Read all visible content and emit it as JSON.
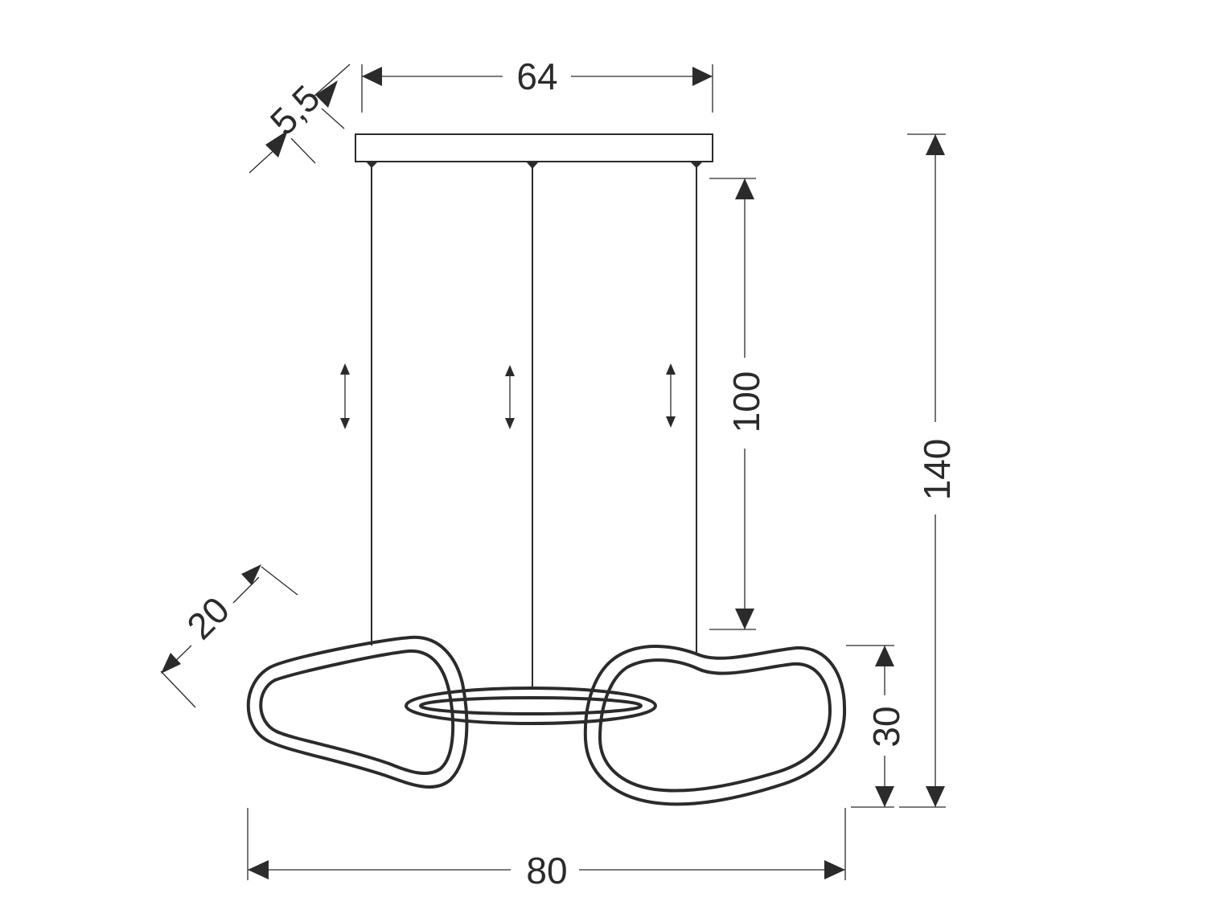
{
  "dimensions": {
    "canopy_width": "64",
    "canopy_depth": "5,5",
    "cable_length": "100",
    "total_height": "140",
    "ring_depth": "20",
    "ring_height": "30",
    "total_width": "80"
  },
  "colors": {
    "line": "#2b2b2b",
    "background": "#ffffff"
  }
}
